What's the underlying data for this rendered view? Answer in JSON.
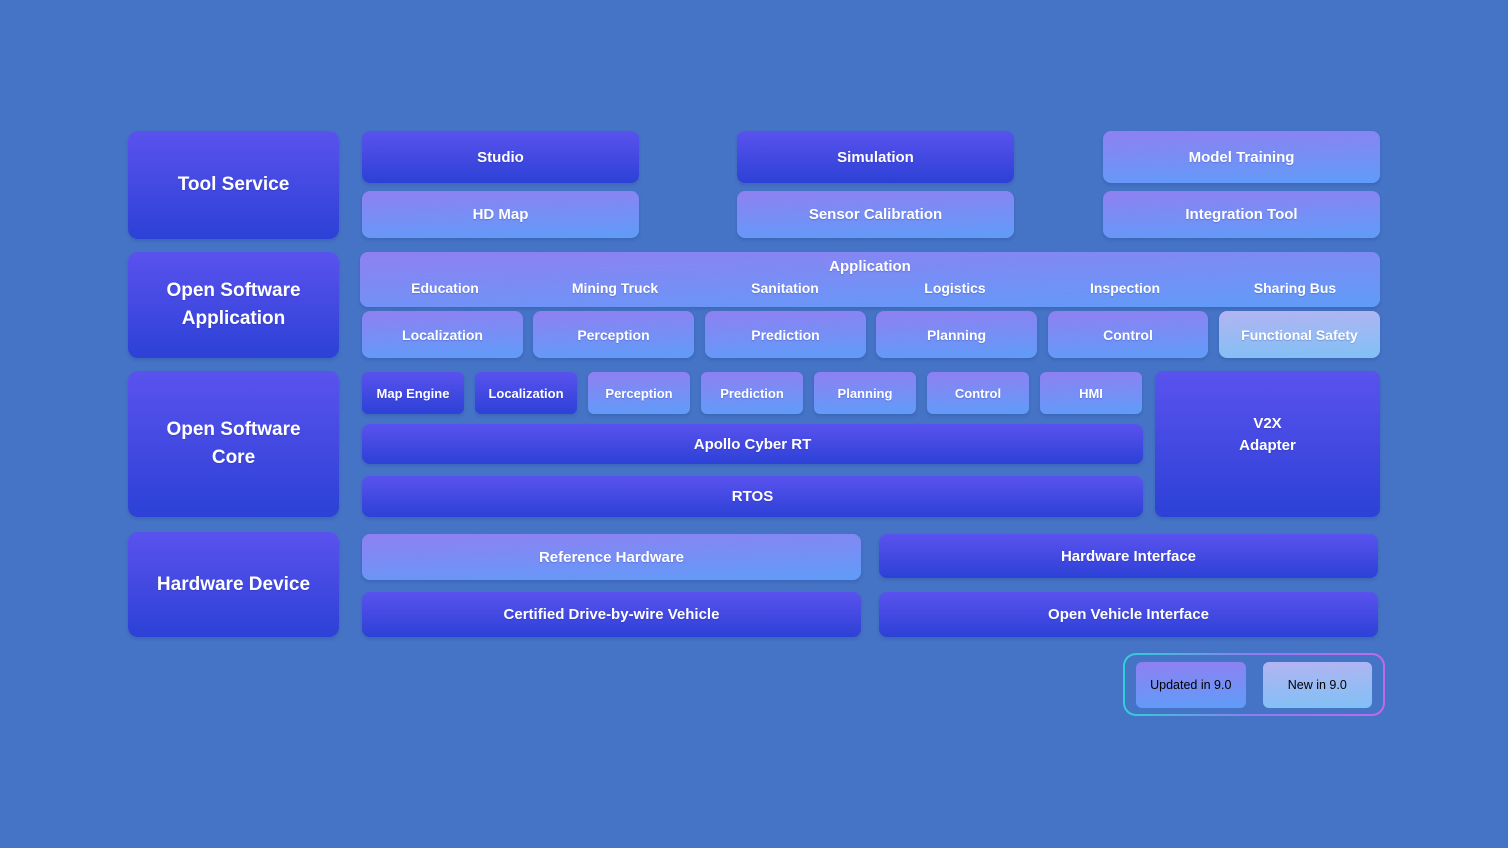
{
  "colors": {
    "page_bg": "#4573c5",
    "base_top": "#5a52ee",
    "base_bottom": "#2c41d6",
    "updated_top": "#8f80f2",
    "updated_bottom": "#5f9cf8",
    "new_top": "#b2b4f2",
    "new_bottom": "#80c0f5",
    "legend_border_left": "#2fd0d8",
    "legend_border_mid": "#8f7cf0",
    "legend_border_right": "#c06ae8",
    "text": "#ffffff"
  },
  "sections": {
    "tool_service": {
      "label": "Tool Service",
      "columns": [
        {
          "top": "Studio",
          "bottom": "HD Map"
        },
        {
          "top": "Simulation",
          "bottom": "Sensor Calibration"
        },
        {
          "top": "Model Training",
          "bottom": "Integration Tool"
        }
      ]
    },
    "open_software_application": {
      "label": "Open Software Application",
      "application": {
        "title": "Application",
        "items": [
          "Education",
          "Mining Truck",
          "Sanitation",
          "Logistics",
          "Inspection",
          "Sharing Bus"
        ]
      },
      "modules": [
        "Localization",
        "Perception",
        "Prediction",
        "Planning",
        "Control",
        "Functional Safety"
      ]
    },
    "open_software_core": {
      "label": "Open Software Core",
      "modules": [
        "Map Engine",
        "Localization",
        "Perception",
        "Prediction",
        "Planning",
        "Control",
        "HMI"
      ],
      "middleware": "Apollo Cyber RT",
      "os": "RTOS",
      "v2x": {
        "line1": "V2X",
        "line2": "Adapter"
      }
    },
    "hardware_device": {
      "label": "Hardware Device",
      "left": [
        "Reference Hardware",
        "Certified Drive-by-wire Vehicle"
      ],
      "right": [
        "Hardware Interface",
        "Open Vehicle Interface"
      ]
    }
  },
  "legend": {
    "items": [
      {
        "label": "Updated in 9.0",
        "style": "updated"
      },
      {
        "label": "New in 9.0",
        "style": "new"
      }
    ]
  }
}
